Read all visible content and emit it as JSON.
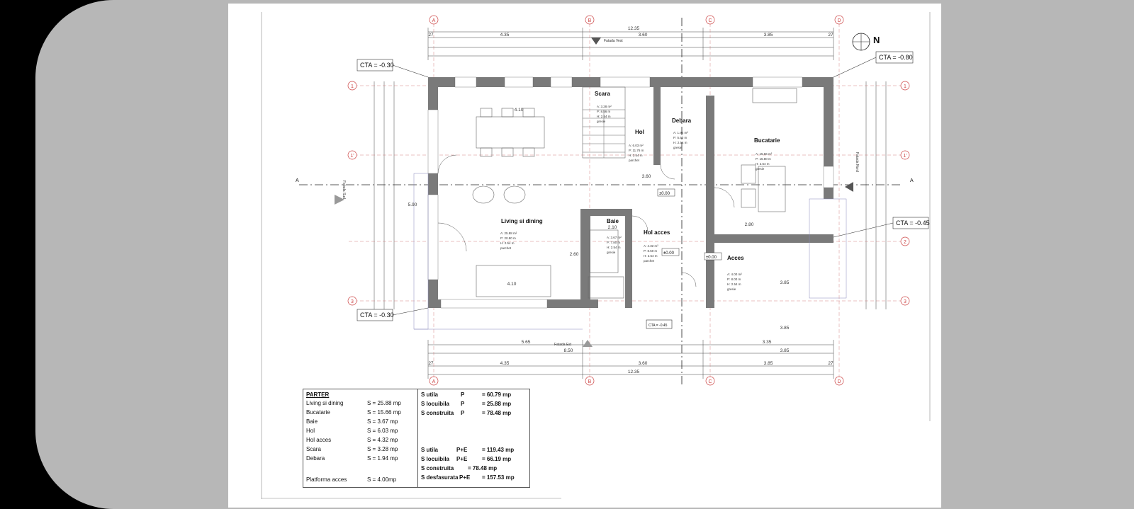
{
  "plan": {
    "overall_dims": {
      "top_total": "12.35",
      "bottom_total": "12.35",
      "top_a_b": "4.35",
      "top_b_c": "3.60",
      "top_c_d": "3.85",
      "bot_a_b": "4.35",
      "bot_b_c": "3.60",
      "bot_c_d": "3.85",
      "edge": "27",
      "bot_left": "8.50",
      "bot_right": "3.85",
      "bot_565": "5.65",
      "bot_335": "3.35"
    },
    "axes_cols": [
      "A",
      "B",
      "C",
      "D"
    ],
    "axes_rows": [
      "1",
      "1'",
      "2",
      "3"
    ],
    "section_mark": "A",
    "north": "N",
    "facades": {
      "west": "Fatada Vest",
      "east": "Fatada Est",
      "south": "Fatada Sud",
      "north": "Fatada Nord"
    },
    "cta_labels": {
      "top_left": "CTA = -0.30",
      "bottom_left": "CTA = -0.30",
      "top_right": "CTA = -0.80",
      "right": "CTA = -0.45",
      "bottom_small": "CTA = -0.45"
    },
    "levels": {
      "l1": "±0.00",
      "l2": "±0.00",
      "l3": "±0.00"
    },
    "rooms": [
      {
        "name": "Living si dining",
        "info": [
          "A: 25.88 m²",
          "P: 20.80 m",
          "H: 2.54 m",
          "parchet"
        ]
      },
      {
        "name": "Scara",
        "info": [
          "A: 3.28 m²",
          "P: 8.56 m",
          "H: 2.54 m",
          "gresie"
        ]
      },
      {
        "name": "Hol",
        "info": [
          "A: 6.03 m²",
          "P: 11.76 m",
          "H: 2.54 m",
          "parchet"
        ]
      },
      {
        "name": "Debara",
        "info": [
          "A: 1.94 m²",
          "P: 5.90 m",
          "H: 2.54 m",
          "gresie"
        ]
      },
      {
        "name": "Bucatarie",
        "info": [
          "A: 15.66 m²",
          "P: 15.80 m",
          "H: 2.64 m",
          "gresie"
        ]
      },
      {
        "name": "Baie",
        "info": [
          "A: 3.67 m²",
          "P: 7.80 m",
          "H: 2.54 m",
          "gresie"
        ]
      },
      {
        "name": "Hol acces",
        "info": [
          "A: 4.32 m²",
          "P: 8.50 m",
          "H: 2.54 m",
          "parchet"
        ]
      },
      {
        "name": "Acces",
        "info": [
          "A: 4.00 m²",
          "P: 8.00 m",
          "H: 2.54 m",
          "gresie"
        ]
      }
    ],
    "inner_dims": {
      "d410a": "4.10",
      "d410b": "4.10",
      "d360": "3.60",
      "d280": "2.80",
      "d260": "2.60",
      "d385": "3.85",
      "d590": "5.90",
      "d210": "2.10"
    }
  },
  "table": {
    "title": "PARTER",
    "rooms": [
      {
        "name": "Living si dining",
        "area": "S = 25.88 mp"
      },
      {
        "name": "Bucatarie",
        "area": "S = 15.66 mp"
      },
      {
        "name": "Baie",
        "area": "S = 3.67 mp"
      },
      {
        "name": "Hol",
        "area": "S = 6.03 mp"
      },
      {
        "name": "Hol acces",
        "area": "S = 4.32 mp"
      },
      {
        "name": "Scara",
        "area": "S = 3.28 mp"
      },
      {
        "name": "Debara",
        "area": "S = 1.94 mp"
      }
    ],
    "platform": {
      "name": "Platforma acces",
      "area": "S = 4.00mp"
    },
    "summary_p": [
      {
        "label": "S utila",
        "level": "P",
        "value": "= 60.79 mp"
      },
      {
        "label": "S locuibila",
        "level": "P",
        "value": "= 25.88 mp"
      },
      {
        "label": "S construita",
        "level": "P",
        "value": "= 78.48 mp"
      }
    ],
    "summary_pe": [
      {
        "label": "S utila",
        "level": "P+E",
        "value": "= 119.43 mp"
      },
      {
        "label": "S locuibila",
        "level": "P+E",
        "value": "= 66.19 mp"
      },
      {
        "label": "S construita",
        "level": "",
        "value": "= 78.48 mp"
      },
      {
        "label": "S desfasurata",
        "level": "P+E",
        "value": "= 157.53 mp"
      }
    ]
  }
}
